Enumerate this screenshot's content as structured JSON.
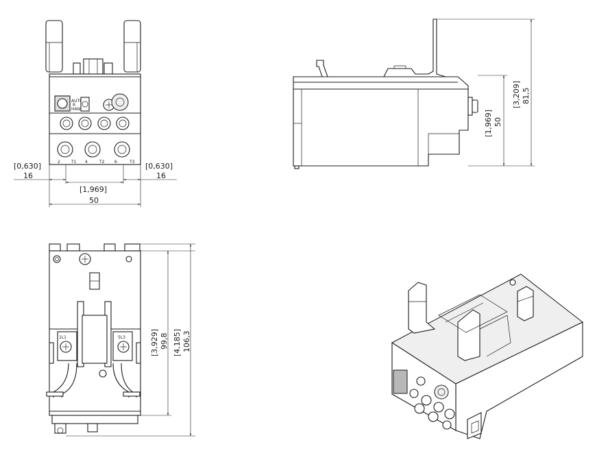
{
  "front_view": {
    "dim_left_in": "0,630",
    "dim_left_mm": "16",
    "dim_right_in": "0,630",
    "dim_right_mm": "16",
    "dim_center_in": "1,969",
    "dim_width_mm": "50",
    "terminals": [
      "2",
      "T1",
      "4",
      "T2",
      "6",
      "T3"
    ],
    "dial_labels": [
      "AUTO",
      "R",
      "HAND"
    ]
  },
  "side_view": {
    "dim_height_in": "1,969",
    "dim_height_mm": "50",
    "dim_total_in": "3,209",
    "dim_total_mm": "81,5"
  },
  "top_view": {
    "dim_inner_in": "3,929",
    "dim_inner_mm": "99,8",
    "dim_outer_in": "4,185",
    "dim_outer_mm": "106,3",
    "terminal_left": "1L1",
    "terminal_right": "5L3"
  }
}
